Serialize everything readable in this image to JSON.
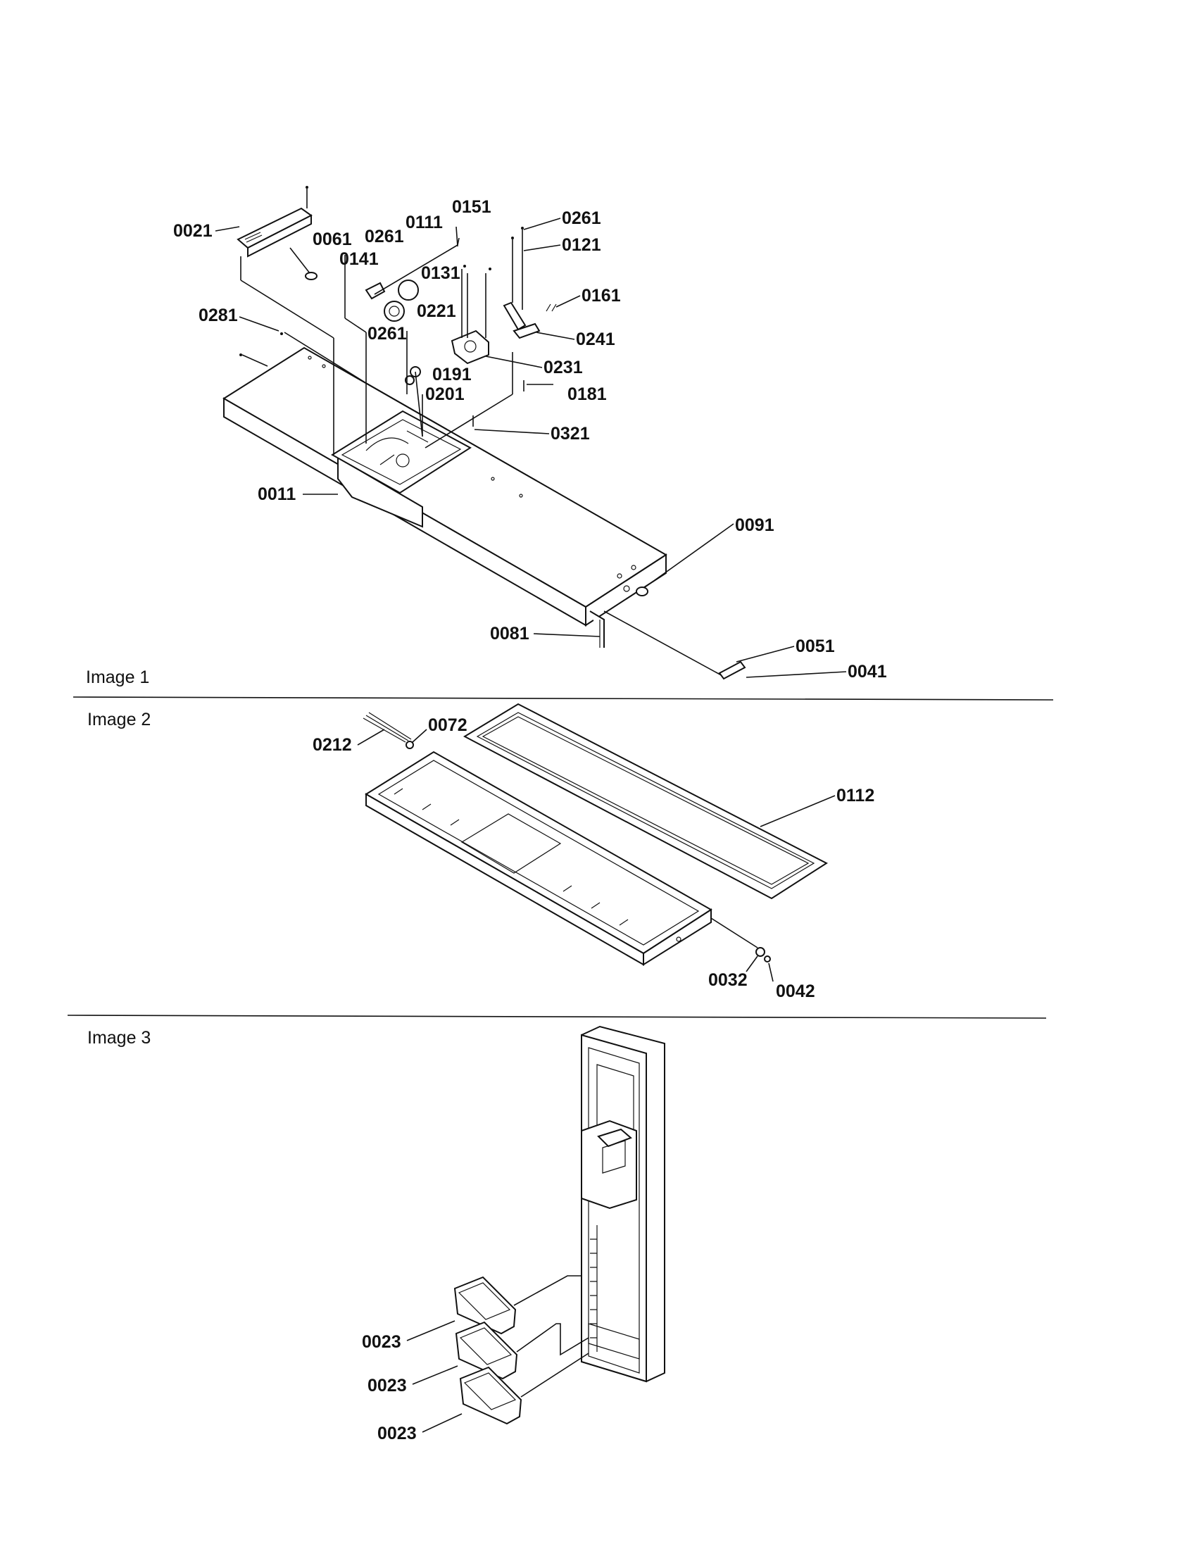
{
  "sections": [
    {
      "label": "Image 1",
      "callouts": [
        {
          "id": "c-0021",
          "text": "0021"
        },
        {
          "id": "c-0061",
          "text": "0061"
        },
        {
          "id": "c-0261a",
          "text": "0261"
        },
        {
          "id": "c-0111",
          "text": "0111"
        },
        {
          "id": "c-0151",
          "text": "0151"
        },
        {
          "id": "c-0141",
          "text": "0141"
        },
        {
          "id": "c-0131",
          "text": "0131"
        },
        {
          "id": "c-0221",
          "text": "0221"
        },
        {
          "id": "c-0261b",
          "text": "0261"
        },
        {
          "id": "c-0121",
          "text": "0121"
        },
        {
          "id": "c-0161",
          "text": "0161"
        },
        {
          "id": "c-0241",
          "text": "0241"
        },
        {
          "id": "c-0281",
          "text": "0281"
        },
        {
          "id": "c-0261c",
          "text": "0261"
        },
        {
          "id": "c-0191",
          "text": "0191"
        },
        {
          "id": "c-0201",
          "text": "0201"
        },
        {
          "id": "c-0231",
          "text": "0231"
        },
        {
          "id": "c-0181",
          "text": "0181"
        },
        {
          "id": "c-0321",
          "text": "0321"
        },
        {
          "id": "c-0011",
          "text": "0011"
        },
        {
          "id": "c-0091",
          "text": "0091"
        },
        {
          "id": "c-0081",
          "text": "0081"
        },
        {
          "id": "c-0051",
          "text": "0051"
        },
        {
          "id": "c-0041",
          "text": "0041"
        }
      ]
    },
    {
      "label": "Image 2",
      "callouts": [
        {
          "id": "c-0212",
          "text": "0212"
        },
        {
          "id": "c-0072",
          "text": "0072"
        },
        {
          "id": "c-0112",
          "text": "0112"
        },
        {
          "id": "c-0032",
          "text": "0032"
        },
        {
          "id": "c-0042",
          "text": "0042"
        }
      ]
    },
    {
      "label": "Image 3",
      "callouts": [
        {
          "id": "c-0023a",
          "text": "0023"
        },
        {
          "id": "c-0023b",
          "text": "0023"
        },
        {
          "id": "c-0023c",
          "text": "0023"
        }
      ]
    }
  ]
}
